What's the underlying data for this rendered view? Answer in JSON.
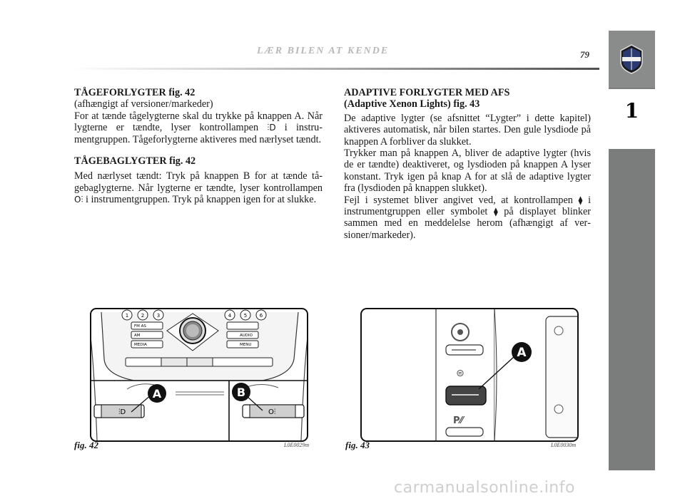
{
  "header": {
    "title": "LÆR BILEN AT KENDE",
    "page_number": "79",
    "chapter_number": "1"
  },
  "left_column": {
    "section1_title": "TÅGEFORLYGTER fig. 42",
    "section1_subtitle": "(afhængigt af versioner/markeder)",
    "section1_body_a": "For at tænde tågelygterne skal du trykke på knappen A. Når lygterne er tændte, lyser kontrollampen",
    "section1_body_b": "i instru­mentgruppen. Tågeforlygterne aktiveres med nærlyset tændt.",
    "section2_title": "TÅGEBAGLYGTER fig. 42",
    "section2_body_a": "Med nærlyset tændt: Tryk på knappen B for at tænde tå­gebaglygterne. Når lygterne er tændte, lyser kontrollam­pen",
    "section2_body_b": "i instrumentgruppen. Tryk på knappen igen for at slukke."
  },
  "right_column": {
    "title_line1": "ADAPTIVE FORLYGTER MED AFS",
    "title_line2": "(Adaptive Xenon Lights) fig. 43",
    "para1": "De adaptive lygter (se afsnittet “Lygter” i dette kapitel) aktiveres automatisk, når bilen startes. Den gule lysdio­de på knappen A forbliver da slukket.",
    "para2": "Trykker man på knappen A, bliver de adaptive lygter (hvis de er tændte) deaktiveret, og lysdioden på knappen A ly­ser konstant. Tryk igen på knap A for at slå de adaptive lygter fra (lysdioden på knappen slukket).",
    "para3_a": "Fejl i systemet bliver angivet ved, at kontrollampen",
    "para3_b": "i instrumentgruppen eller symbolet",
    "para3_c": "på displayet blin­ker sammen med en meddelelse herom (afhængigt af ver­sioner/markeder)."
  },
  "figure42": {
    "caption": "fig. 42",
    "code": "L0E0029m",
    "label_a": "A",
    "label_b": "B",
    "radio_keys": [
      "1",
      "2",
      "3",
      "4",
      "5",
      "6"
    ],
    "radio_buttons": [
      "FM AS",
      "AM",
      "MEDIA",
      "AUDIO",
      "MENU"
    ]
  },
  "figure43": {
    "caption": "fig. 43",
    "code": "L0E0030m",
    "label_a": "A"
  },
  "watermark": "carmanualsonline.info",
  "icons": {
    "front_fog": "front-fog-lamp-icon",
    "rear_fog": "rear-fog-lamp-icon",
    "afs": "afs-warning-icon"
  }
}
